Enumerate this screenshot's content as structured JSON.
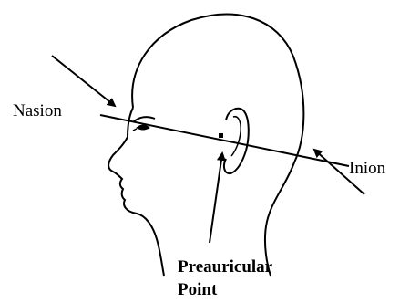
{
  "labels": {
    "nasion": "Nasion",
    "inion": "Inion",
    "preauricular_line1": "Preauricular",
    "preauricular_line2": "Point"
  },
  "colors": {
    "ink": "#000000",
    "background": "#ffffff"
  }
}
